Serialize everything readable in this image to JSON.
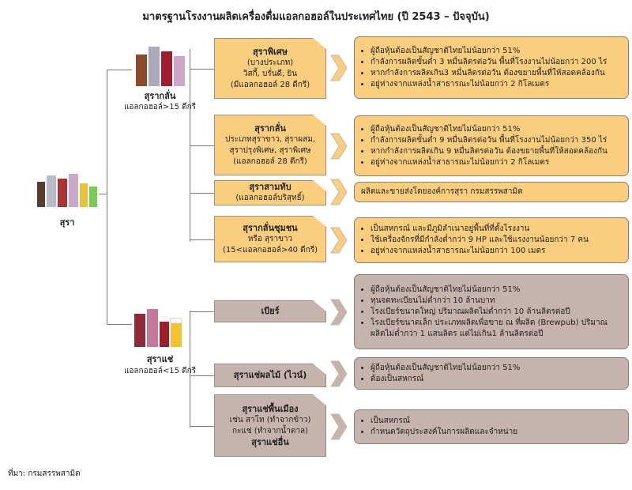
{
  "title": "มาตรฐานโรงงานผลิตเครื่องดื่มแอลกอฮอล์ในประเทศไทย (ปี 2543 – ปัจจุบัน)",
  "root": {
    "label": "สุรา"
  },
  "distilled": {
    "label": "สุรากลั่น",
    "sub": "แอลกอฮอล์>15 ดีกรี"
  },
  "brewed": {
    "label": "สุราแช่",
    "sub": "แอลกอฮอล์<15 ดีกรี"
  },
  "categories": [
    {
      "name": "สุราพิเศษ",
      "lines": [
        "(บางประเภท)",
        "วิสกี้, บรั่นดี, ยิน",
        "(มีแอลกอฮอล์ 28 ดีกรี)"
      ],
      "rules": [
        "ผู้ถือหุ้นต้องเป็นสัญชาติไทยไม่น้อยกว่า 51%",
        "กำลังการผลิตขั้นต่ำ 3 หมื่นลิตรต่อวัน พื้นที่โรงงานไม่น้อยกว่า 200 ไร่",
        "หากกำลังการผลิตเกิน3 หมื่นลิตรต่อวัน ต้องขยายพื้นที่ให้สอดคล้องกัน",
        "อยู่ห่างจากแหล่งน้ำสาธารณะไม่น้อยกว่า 2 กิโลเมตร"
      ]
    },
    {
      "name": "สุรากลั่น",
      "lines": [
        "ประเภทสุราขาว, สุราผสม,",
        "สุราปรุงพิเศษ, สุราพิเศษ",
        "(แอลกอฮอล์ 28 ดีกรี)"
      ],
      "rules": [
        "ผู้ถือหุ้นต้องเป็นสัญชาติไทยไม่น้อยกว่า 51%",
        "กำลังการผลิตขั้นต่ำ 9 หมื่นลิตรต่อวัน พื้นที่โรงงานไม่น้อยกว่า 350 ไร่",
        "หากกำลังการผลิตเกิน 9 หมื่นลิตรต่อวัน ต้องขยายพื้นที่ให้สอดคล้องกัน",
        "อยู่ห่างจากแหล่งน้ำสาธารณะไม่น้อยกว่า 2 กิโลเมตร"
      ]
    },
    {
      "name": "สุราสามทับ",
      "lines": [
        "(แอลกอฮอล์บริสุทธิ์)"
      ],
      "text": "ผลิตและขายส่งโดยองค์การสุรา กรมสรรพสามิต"
    },
    {
      "name": "สุรากลั่นชุมชน",
      "lines": [
        "หรือ สุราขาว",
        "(15<แอลกอฮอล์>40 ดีกรี)"
      ],
      "rules": [
        "เป็นสหกรณ์ และมีภูมิลำเนาอยู่พื้นที่ที่ตั้งโรงงาน",
        "ใช้เครื่องจักรที่มีกำลังต่ำกว่า 9 HP และใช้แรงงานน้อยกว่า 7 คน",
        "อยู่ห่างจากแหล่งน้ำสาธารณะไม่น้อยกว่า 100 เมตร"
      ]
    },
    {
      "name": "เบียร์",
      "lines": [],
      "rules": [
        "ผู้ถือหุ้นต้องเป็นสัญชาติไทยไม่น้อยกว่า 51%",
        "ทุนจดทะเบียนไม่ต่ำกว่า 10 ล้านบาท",
        "โรงเบียร์ขนาดใหญ่ ปริมาณผลิตไม่ต่ำกว่า 10 ล้านลิตรต่อปี",
        "โรงเบียร์ขนาดเล็ก ประเภทผลิตเพื่อขาย ณ ที่ผลิต (Brewpub) ปริมาณผลิตไม่ต่ำกว่า 1 แสนลิตร แต่ไม่เกิน1 ล้านลิตรต่อปี"
      ]
    },
    {
      "name": "สุราแช่ผลไม้ (ไวน์)",
      "lines": [],
      "rules": [
        "ผู้ถือหุ้นต้องเป็นสัญชาติไทยไม่น้อยกว่า 51%",
        "ต้องเป็นสหกรณ์"
      ]
    },
    {
      "name": "สุราแช่พื้นเมือง",
      "lines": [
        "เช่น สาโท (ทำจากข้าว)",
        "กะแช่ (ทำจากน้ำตาล)"
      ],
      "name2": "สุราแช่อื่น",
      "rules": [
        "เป็นสหกรณ์",
        "กำหนดวัตถุประสงค์ในการผลิตและจำหน่าย"
      ]
    }
  ],
  "source": "ที่มา: กรมสรรพสามิต",
  "colors": {
    "orange": "#fbcd7f",
    "grey": "#c7b3ae"
  }
}
